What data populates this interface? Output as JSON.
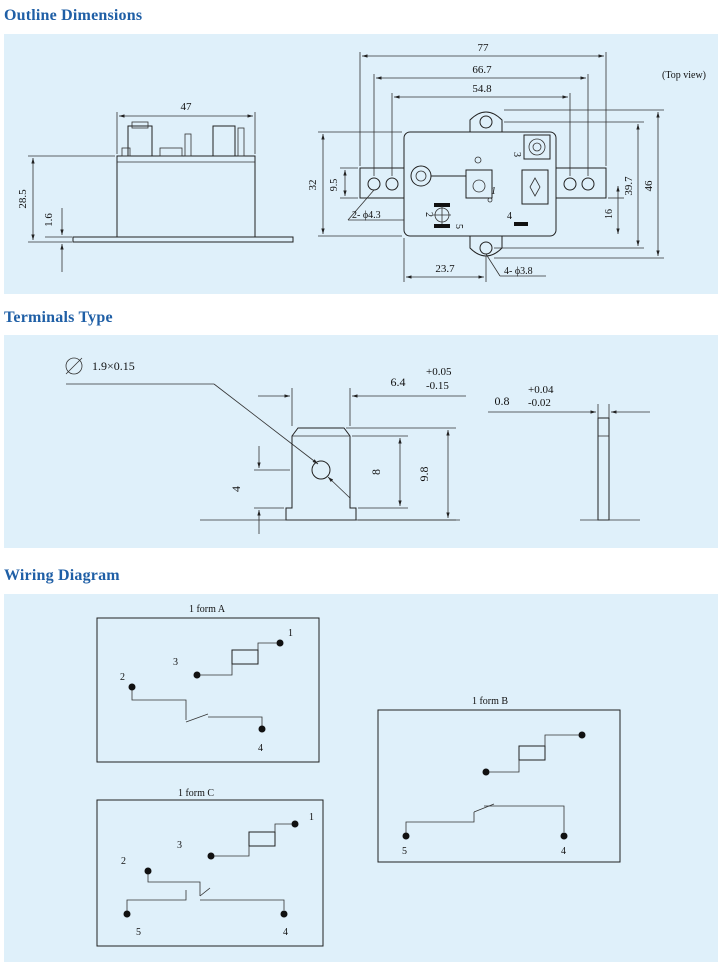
{
  "sections": {
    "outline": "Outline Dimensions",
    "terminals": "Terminals Type",
    "wiring": "Wiring Diagram"
  },
  "outline": {
    "top_view": "(Top view)",
    "dim_47": "47",
    "dim_28_5": "28.5",
    "dim_1_6": "1.6",
    "dim_77": "77",
    "dim_66_7": "66.7",
    "dim_54_8": "54.8",
    "dim_32": "32",
    "dim_9_5": "9.5",
    "dim_39_7": "39.7",
    "dim_46": "46",
    "dim_16": "16",
    "dim_23_7": "23.7",
    "hole_43": "2- ϕ4.3",
    "hole_38": "4- ϕ3.8",
    "pin_1": "1",
    "pin_2": "2",
    "pin_3": "3",
    "pin_4": "4",
    "pin_5": "5"
  },
  "terminals": {
    "hole_dia": "1.9×0.15",
    "width": "6.4",
    "width_tol_plus": "+0.05",
    "width_tol_minus": "-0.15",
    "thickness": "0.8",
    "thick_tol_plus": "+0.04",
    "thick_tol_minus": "-0.02",
    "h4": "4",
    "h8": "8",
    "h98": "9.8"
  },
  "wiring": {
    "formA": {
      "title": "1 form A",
      "p1": "1",
      "p2": "2",
      "p3": "3",
      "p4": "4"
    },
    "formB": {
      "title": "1 form B",
      "p5": "5",
      "p4": "4"
    },
    "formC": {
      "title": "1 form C",
      "p1": "1",
      "p2": "2",
      "p3": "3",
      "p4": "4",
      "p5": "5"
    }
  }
}
